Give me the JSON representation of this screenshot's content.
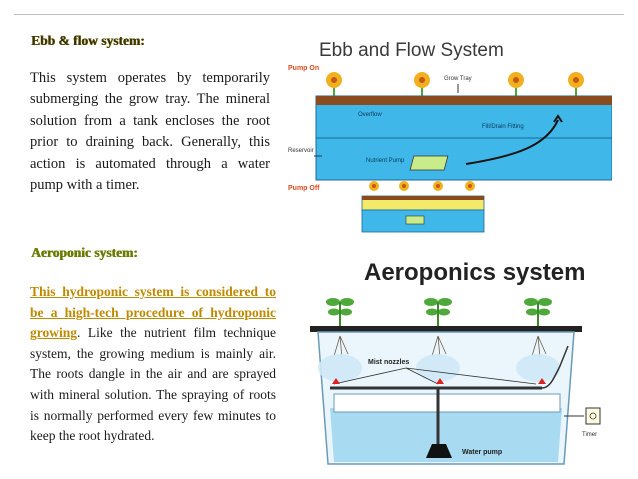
{
  "section1": {
    "heading": "Ebb & flow system:",
    "body": "This system operates by temporarily submerging the grow tray. The mineral solution from a tank encloses the root prior to draining back. Generally, this action is automated through a water pump with a timer."
  },
  "section2": {
    "heading": "Aeroponic system:",
    "highlight": "This hydroponic system is considered to be a high-tech procedure of hydroponic growing",
    "body_rest": ". Like the nutrient film technique system, the growing medium is mainly air. The roots dangle in the air and are sprayed with mineral solution. The spraying of roots is normally performed every few minutes to keep the root hydrated."
  },
  "figure1": {
    "title": "Ebb and Flow System",
    "pump_on": "Pump On",
    "pump_off": "Pump Off",
    "grow_tray": "Grow Tray",
    "overflow": "Overflow",
    "fill_drain": "Fill/Drain Fitting",
    "reservoir": "Reservoir",
    "nutrient_pump": "Nutrient Pump"
  },
  "figure2": {
    "title": "Aeroponics system",
    "mist_nozzles": "Mist nozzles",
    "water_pump": "Water pump",
    "timer": "Timer"
  },
  "colors": {
    "water": "#3fb7e8",
    "soil": "#8a4b1e",
    "plant": "#4fa83a",
    "flower": "#f2b01e",
    "pump": "#c8ec8a"
  }
}
